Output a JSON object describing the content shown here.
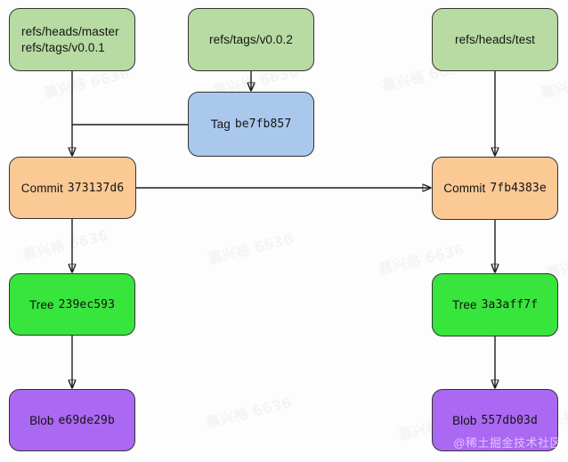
{
  "diagram": {
    "type": "git-object-graph",
    "colors": {
      "ref_fill": "#b7dba2",
      "tag_fill": "#aac8ec",
      "commit_fill": "#fbc994",
      "tree_fill": "#38e53c",
      "blob_fill": "#ab68f2",
      "border": "#333333",
      "arrow": "#1c1c1c",
      "background": "#fdfdfd"
    },
    "nodes": [
      {
        "id": "ref-master",
        "type": "ref",
        "lines": [
          "refs/heads/master",
          "refs/tags/v0.0.1"
        ]
      },
      {
        "id": "ref-v002",
        "type": "ref",
        "label": "refs/tags/v0.0.2"
      },
      {
        "id": "ref-test",
        "type": "ref",
        "label": "refs/heads/test"
      },
      {
        "id": "tag-be7fb857",
        "type": "tag",
        "prefix": "Tag",
        "hash": "be7fb857"
      },
      {
        "id": "commit-373137d6",
        "type": "commit",
        "prefix": "Commit",
        "hash": "373137d6"
      },
      {
        "id": "commit-7fb4383e",
        "type": "commit",
        "prefix": "Commit",
        "hash": "7fb4383e"
      },
      {
        "id": "tree-239ec593",
        "type": "tree",
        "prefix": "Tree",
        "hash": "239ec593"
      },
      {
        "id": "tree-3a3aff7f",
        "type": "tree",
        "prefix": "Tree",
        "hash": "3a3aff7f"
      },
      {
        "id": "blob-e69de29b",
        "type": "blob",
        "prefix": "Blob",
        "hash": "e69de29b"
      },
      {
        "id": "blob-557db03d",
        "type": "blob",
        "prefix": "Blob",
        "hash": "557db03d"
      }
    ],
    "edges": [
      {
        "from": "refs/heads/master, refs/tags/v0.0.1",
        "to": "Commit 373137d6"
      },
      {
        "from": "refs/tags/v0.0.2",
        "to": "Tag be7fb857"
      },
      {
        "from": "Tag be7fb857",
        "to": "Commit 373137d6"
      },
      {
        "from": "refs/heads/test",
        "to": "Commit 7fb4383e"
      },
      {
        "from": "Commit 373137d6",
        "to": "Commit 7fb4383e"
      },
      {
        "from": "Commit 373137d6",
        "to": "Tree 239ec593"
      },
      {
        "from": "Commit 7fb4383e",
        "to": "Tree 3a3aff7f"
      },
      {
        "from": "Tree 239ec593",
        "to": "Blob e69de29b"
      },
      {
        "from": "Tree 3a3aff7f",
        "to": "Blob 557db03d"
      }
    ],
    "watermark": {
      "tile": "慕兴格 6636",
      "credit": "@稀土掘金技术社区"
    }
  }
}
